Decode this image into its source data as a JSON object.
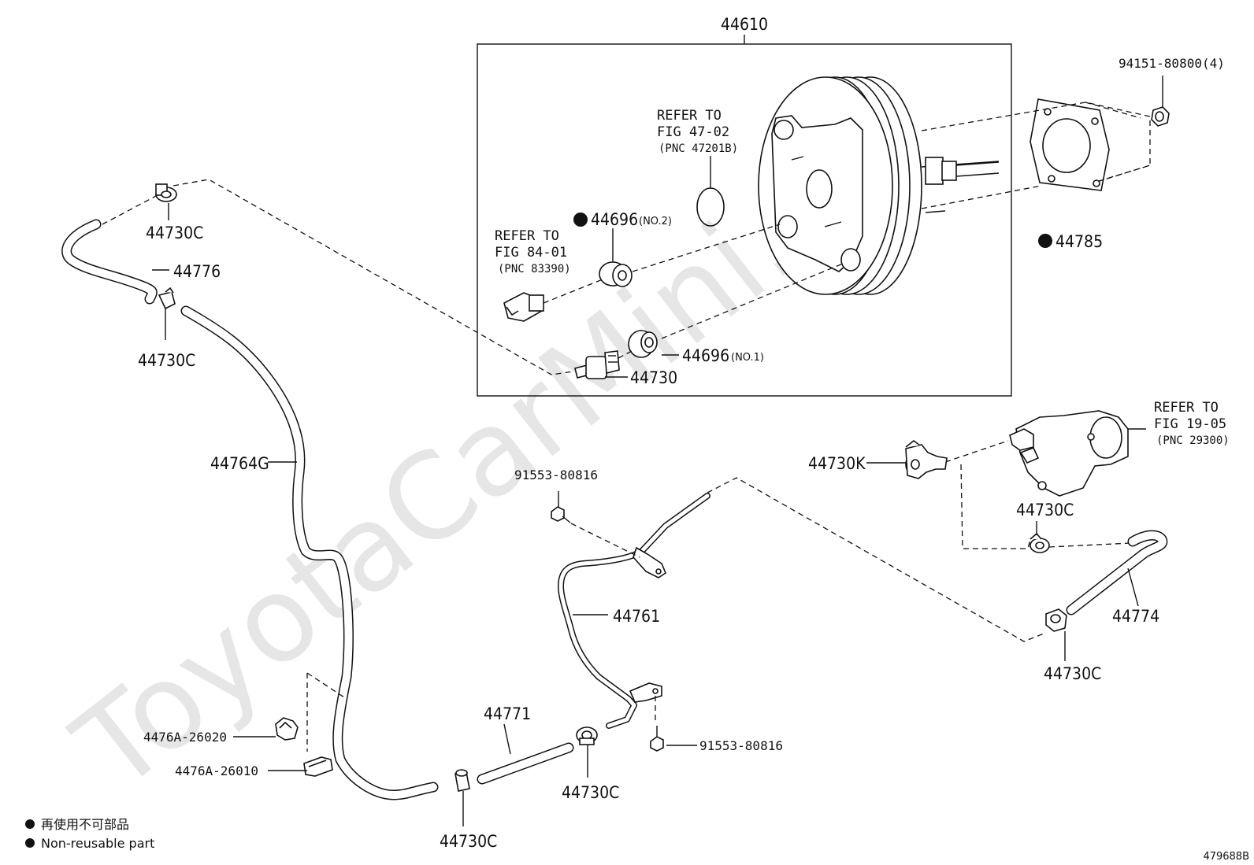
{
  "watermark": "ToyotaCarMini.Ru",
  "diagram_id": "479688B",
  "legend": {
    "jp": "再使用不可部品",
    "en": "Non-reusable part"
  },
  "parts": {
    "booster_assy": "44610",
    "bolt_top": "94151-80800(4)",
    "gasket": "44785",
    "grommet_no2": "44696",
    "grommet_no2_note": "(NO.2)",
    "grommet_no1": "44696",
    "grommet_no1_note": "(NO.1)",
    "check_valve": "44730",
    "clip_a": "44730C",
    "clip_b": "44730C",
    "clip_c": "44730C",
    "clip_d": "44730C",
    "clip_e": "44730C",
    "clip_f": "44730C",
    "hose_776": "44776",
    "hose_764g": "44764G",
    "pipe_761": "44761",
    "hose_771": "44771",
    "hose_774": "44774",
    "union_730k": "44730K",
    "bolt_a": "91553-80816",
    "bolt_b": "91553-80816",
    "clamp_020": "4476A-26020",
    "clamp_010": "4476A-26010"
  },
  "refs": {
    "r1_a": "REFER TO",
    "r1_b": "FIG 47-02",
    "r1_c": "(PNC 47201B)",
    "r2_a": "REFER TO",
    "r2_b": "FIG 84-01",
    "r2_c": "(PNC 83390)",
    "r3_a": "REFER TO",
    "r3_b": "FIG 19-05",
    "r3_c": "(PNC 29300)"
  }
}
